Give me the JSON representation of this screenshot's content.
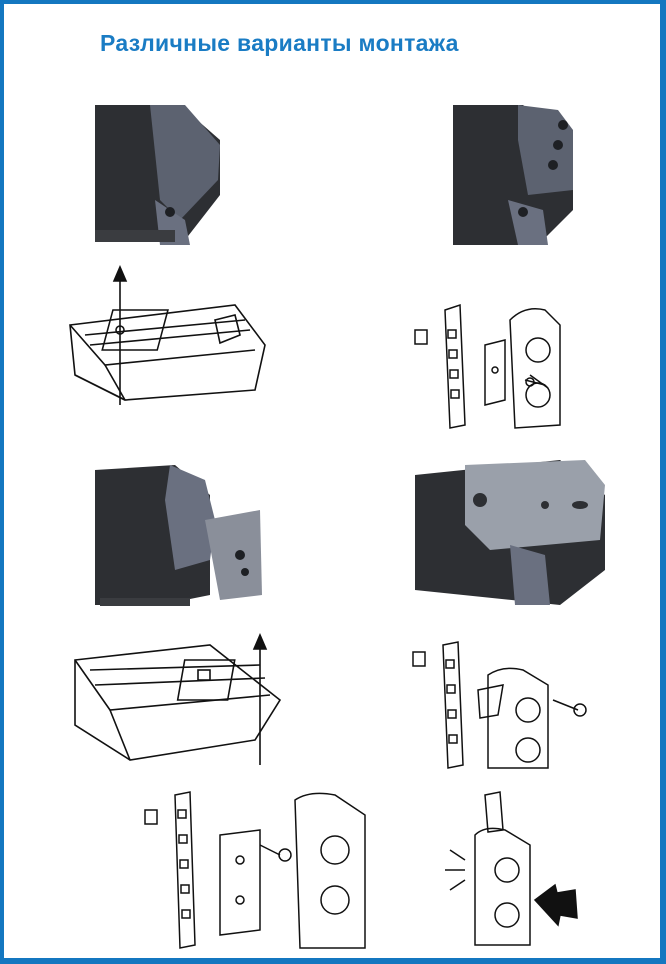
{
  "page": {
    "title": "Различные варианты монтажа",
    "accent_color": "#1477c0"
  },
  "figures": [
    {
      "name": "photo-bracket-end-view",
      "icon": "pdu-end-bracket-photo"
    },
    {
      "name": "photo-bracket-side-ears",
      "icon": "pdu-side-bracket-photo"
    },
    {
      "name": "drawing-slide-bracket-up",
      "icon": "bracket-slide-drawing"
    },
    {
      "name": "drawing-rack-mount-screw",
      "icon": "rack-screw-drawing"
    },
    {
      "name": "photo-bracket-angled",
      "icon": "pdu-angled-bracket-photo"
    },
    {
      "name": "photo-bracket-plate",
      "icon": "pdu-plate-bracket-photo"
    },
    {
      "name": "drawing-slide-bracket-up-2",
      "icon": "bracket-slide-drawing"
    },
    {
      "name": "drawing-rack-mount-screw-2",
      "icon": "rack-screw-drawing"
    },
    {
      "name": "drawing-rack-plate-screw",
      "icon": "rack-plate-drawing"
    },
    {
      "name": "drawing-snap-in-arrow",
      "icon": "snap-in-drawing"
    }
  ]
}
